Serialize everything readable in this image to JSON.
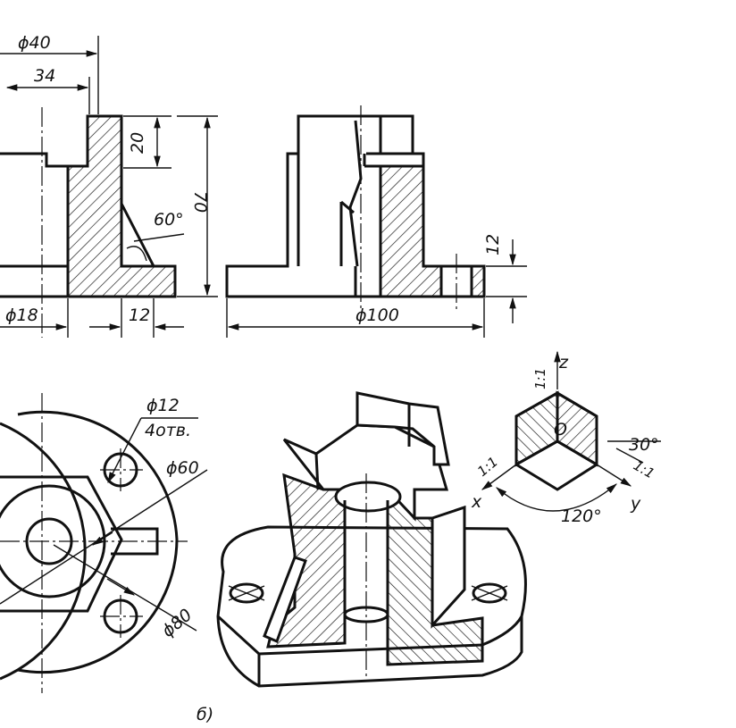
{
  "front_view": {
    "dim_phi40": "ϕ40",
    "dim_34": "34",
    "dim_20": "20",
    "dim_70": "70",
    "dim_60deg": "60°",
    "dim_phi18": "ϕ18",
    "dim_12": "12"
  },
  "side_view": {
    "dim_12": "12",
    "dim_phi100": "ϕ100"
  },
  "top_view": {
    "dim_phi12": "ϕ12",
    "holes_note": "4отв.",
    "dim_phi60": "ϕ60",
    "dim_phi80": "ϕ80"
  },
  "axes": {
    "z": "z",
    "x": "x",
    "y": "y",
    "origin": "O",
    "scale_z": "1:1",
    "scale_x": "1:1",
    "scale_y": "1:1",
    "angle_30": "30°",
    "angle_120": "120°"
  },
  "caption": "б)"
}
